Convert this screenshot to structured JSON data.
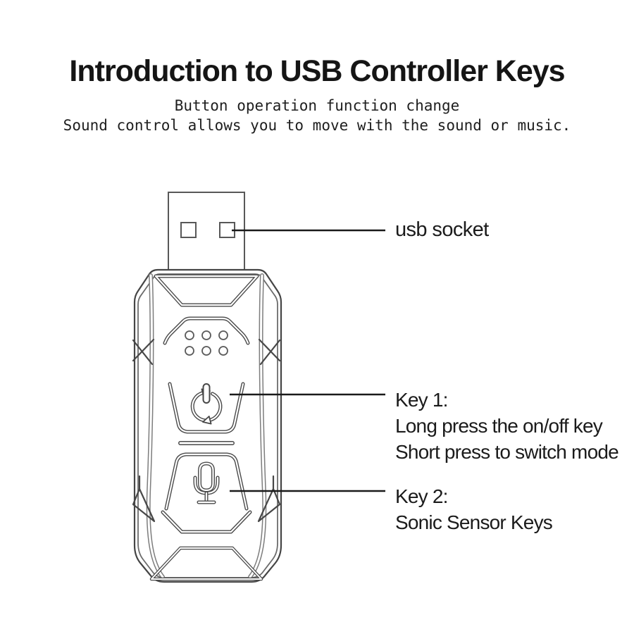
{
  "page": {
    "background_color": "#ffffff",
    "text_color": "#1b1b1b"
  },
  "header": {
    "title": "Introduction to USB Controller Keys",
    "subtitle_lines": [
      "Button operation function change",
      "Sound control allows you to move with the sound or music."
    ]
  },
  "diagram": {
    "device": "usb-controller-dongle",
    "line_color": "#4a4a4a",
    "leader_line_color": "#1a1a1a",
    "icons": [
      "usb-connector",
      "led-indicator-grid",
      "power-icon",
      "mic-icon"
    ]
  },
  "annotations": {
    "usb_socket": {
      "label": "usb socket"
    },
    "key1": {
      "title": "Key 1:",
      "line1": "Long press the on/off key",
      "line2": "Short press to switch mode"
    },
    "key2": {
      "title": "Key 2:",
      "line1": "Sonic Sensor Keys"
    }
  }
}
